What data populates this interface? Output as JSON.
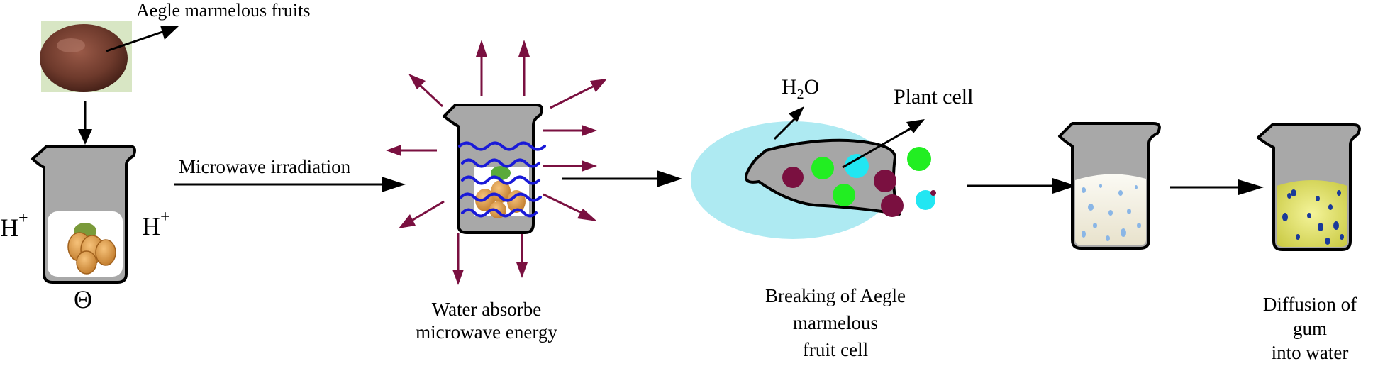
{
  "labels": {
    "fruit": "Aegle marmelous fruits",
    "h_plus": "H",
    "plus": "+",
    "theta": "Θ",
    "microwave": "Microwave irradiation",
    "water_absorb_1": "Water absorbe",
    "water_absorb_2": "microwave energy",
    "h2o_h": "H",
    "h2o_sub": "2",
    "h2o_o": "O",
    "plant_cell": "Plant cell",
    "breaking_1": "Breaking of Aegle",
    "breaking_2": "marmelous",
    "breaking_3": "fruit cell",
    "diffusion_1": "Diffusion of",
    "diffusion_2": "gum",
    "diffusion_3": "into water"
  },
  "colors": {
    "arrow": "#000000",
    "radiation_arrow": "#7a1040",
    "beaker_fill": "#a8a8a8",
    "wave": "#1a1ad8",
    "cell_halo": "#aeeaf2",
    "cell_body": "#a6a6a6",
    "dark_dot": "#7a1040",
    "green_dot": "#22ee22",
    "cyan_dot": "#22e6f2",
    "gum_solution": "#dede50",
    "milky_solution": "#f0ecdf"
  }
}
